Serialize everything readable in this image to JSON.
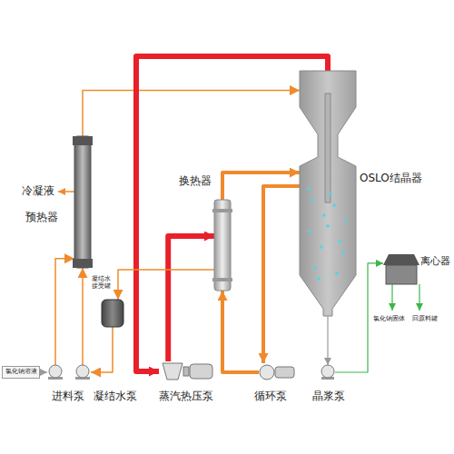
{
  "diagram": {
    "nodes": [
      {
        "text": [
          "氯化钠溶液"
        ]
      },
      {
        "text": [
          "进料泵"
        ]
      },
      {
        "text": [
          "预热器"
        ]
      },
      {
        "text": [
          "凝结水 接受罐"
        ]
      },
      {
        "text": [
          "凝结水泵"
        ]
      },
      {
        "text": [
          "蒸汽热压泵"
        ]
      },
      {
        "text": [
          "换热器"
        ]
      },
      {
        "text": [
          "循环泵"
        ]
      },
      {
        "text": [
          "OSLO结晶器"
        ]
      },
      {
        "text": [
          "晶浆泵"
        ]
      },
      {
        "text": [
          "离心器"
        ]
      }
    ],
    "edges": [
      {
        "from": 0,
        "to": 1,
        "arrow": "to"
      },
      {
        "from": 1,
        "to": 2,
        "arrow": "to"
      },
      {
        "from": 2,
        "to": 8,
        "arrow": "to"
      },
      {
        "from": 8,
        "to": 5,
        "arrow": "to"
      },
      {
        "from": 5,
        "to": 6,
        "arrow": "to"
      },
      {
        "from": 6,
        "to": 3,
        "arrow": "to"
      },
      {
        "from": 3,
        "to": 4,
        "arrow": "to"
      },
      {
        "from": 4,
        "to": 2,
        "arrow": "to"
      },
      {
        "from": 8,
        "to": 7,
        "arrow": "to"
      },
      {
        "from": 7,
        "to": 6,
        "arrow": "to"
      },
      {
        "from": 6,
        "to": 8,
        "arrow": "to"
      },
      {
        "from": 8,
        "to": 9,
        "arrow": "to"
      },
      {
        "from": 9,
        "to": 10,
        "arrow": "to"
      }
    ],
    "labels": [
      "冷凝液",
      "氯化钠固体",
      "回原料罐"
    ]
  }
}
